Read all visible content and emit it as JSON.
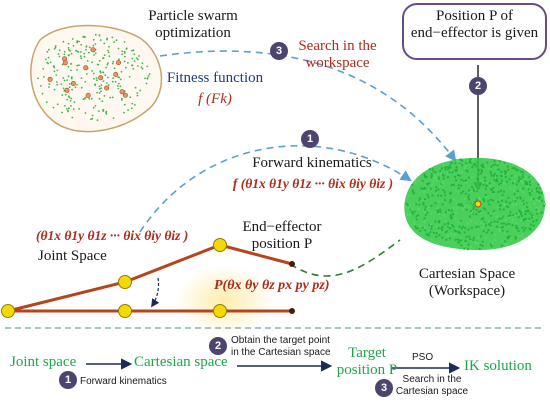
{
  "pso": {
    "title_line1": "Particle swarm",
    "title_line2": "optimization",
    "fitness_label": "Fitness function",
    "fitness_formula": "f (Fk)"
  },
  "steps": {
    "search_workspace": {
      "badge": "3",
      "label_line1": "Search in the",
      "label_line2": "workspace"
    },
    "forward_kinematics": {
      "badge": "1",
      "label": "Forward kinematics",
      "formula": "f (θ1x θ1y θ1z ··· θix θiy θiz )"
    },
    "position_given": {
      "badge": "2",
      "line1": "Position P of",
      "line2": "end−effector is given"
    }
  },
  "joint_space": {
    "angles": "(θ1x θ1y θ1z ··· θix θiy θiz )",
    "label": "Joint Space"
  },
  "end_effector": {
    "label_line1": "End−effector",
    "label_line2": "position P",
    "pose": "P(θx θy θz px py pz)"
  },
  "cartesian": {
    "label_line1": "Cartesian Space",
    "label_line2": "(Workspace)"
  },
  "flow": {
    "joint_space": "Joint space",
    "cartesian_space": "Cartesian space",
    "target_line1": "Target",
    "target_line2": "position P",
    "ik_solution": "IK solution",
    "pso_label": "PSO",
    "step1": {
      "badge": "1",
      "label": "Forward kinematics"
    },
    "step2": {
      "badge": "2",
      "label_line1": "Obtain the target point",
      "label_line2": "in the Cartesian space"
    },
    "step3": {
      "badge": "3",
      "label_line1": "Search in the",
      "label_line2": "Cartesian space"
    }
  },
  "colors": {
    "navy": "#1f3a8a",
    "red": "#b22a1a",
    "green": "#1aa84a",
    "dashed_blue": "#5a9fd4",
    "badge": "#4d4470",
    "workspace_green": "#2ecc40",
    "arm": "#b5451b",
    "joint": "#f2d90a"
  }
}
